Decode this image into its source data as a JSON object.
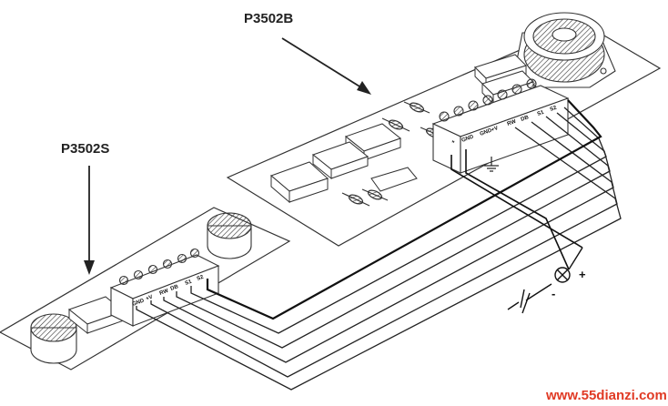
{
  "labels": {
    "board_b": "P3502B",
    "board_s": "P3502S",
    "watermark": "www.55dianzi.com"
  },
  "terminals_b": [
    "+",
    "GND",
    "GND+V",
    "RW",
    "DB",
    "S1",
    "S2"
  ],
  "terminals_s": [
    "GND",
    "+V",
    "RW",
    "DB",
    "S1",
    "S2"
  ],
  "battery": {
    "plus": "+",
    "minus": "-"
  },
  "colors": {
    "ink": "#222222",
    "watermark": "#e03a24"
  }
}
